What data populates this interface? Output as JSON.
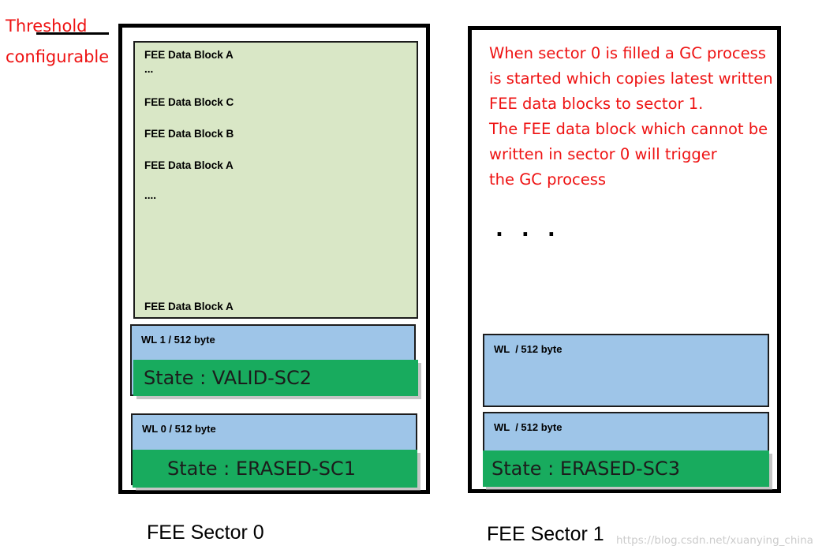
{
  "colors": {
    "red_text": "#ee1212",
    "data_block_green": "#d9e7c6",
    "wordline_blue": "#9ec5e8",
    "state_green": "#18ab5e",
    "border_black": "#000000",
    "watermark_gray": "#cccccc"
  },
  "threshold_note": {
    "line1": "Threshold",
    "line2": "configurable"
  },
  "sector0": {
    "caption": "FEE Sector 0",
    "data_block_lines": [
      "FEE Data Block A",
      "...",
      "FEE Data Block C",
      "FEE Data Block B",
      "FEE Data Block A",
      "....",
      "FEE Data Block A"
    ],
    "wl1_label": "WL 1 / 512 byte",
    "wl1_state": "State : VALID-SC2",
    "wl0_label": "WL 0 / 512 byte",
    "wl0_state": "State : ERASED-SC1"
  },
  "sector1": {
    "caption": "FEE Sector 1",
    "gc_note": "When sector 0 is filled a GC process\nis started which copies latest written\nFEE data blocks to sector 1.\nThe FEE data block which cannot be\nwritten in sector 0 will trigger\nthe GC process",
    "ellipsis": ". . .",
    "wl_upper_label": "WL  / 512 byte",
    "wl_lower_label": "WL  / 512 byte",
    "wl_lower_state": "State : ERASED-SC3"
  },
  "watermark": "https://blog.csdn.net/xuanying_china"
}
